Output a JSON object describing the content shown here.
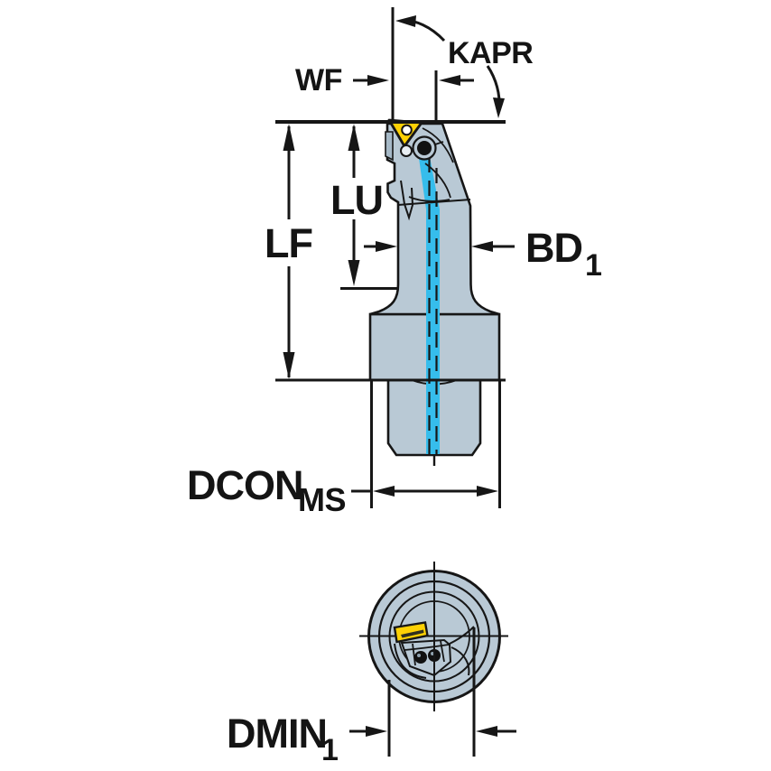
{
  "diagram": {
    "type": "technical-dimension-drawing",
    "labels": {
      "kapr": "KAPR",
      "wf": "WF",
      "lu": "LU",
      "lf": "LF",
      "bd": {
        "base": "BD",
        "sub": "1"
      },
      "dcon": {
        "base": "DCON",
        "sub": "MS"
      },
      "dmin": {
        "base": "DMIN",
        "sub": "1"
      }
    },
    "colors": {
      "outline": "#161616",
      "body": "#b9c9d5",
      "body_shade": "#a6b9c7",
      "insert_yellow": "#fdd105",
      "coolant_cyan": "#36bdec",
      "background": "#ffffff"
    }
  }
}
